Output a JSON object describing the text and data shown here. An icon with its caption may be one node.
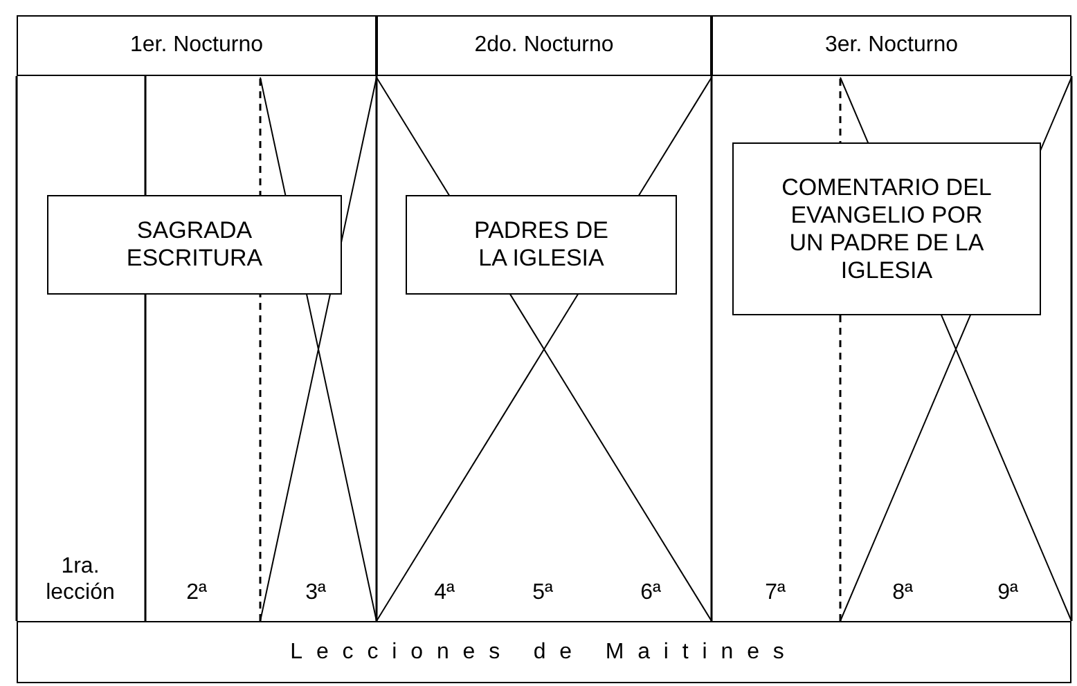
{
  "diagram": {
    "nodes": [
      {
        "text": [
          "1er. Nocturno"
        ]
      },
      {
        "text": [
          "2do. Nocturno"
        ]
      },
      {
        "text": [
          "3er. Nocturno"
        ]
      },
      {
        "text": [
          "SAGRADA ESCRITURA"
        ]
      },
      {
        "text": [
          "PADRES DE LA IGLESIA"
        ]
      },
      {
        "text": [
          "COMENTARIO DEL EVANGELIO POR UN PADRE DE LA IGLESIA"
        ]
      },
      {
        "text": [
          "Lecciones de Maitines"
        ]
      }
    ],
    "labels": [
      "1ra. lección",
      "2ª",
      "3ª",
      "4ª",
      "5ª",
      "6ª",
      "7ª",
      "8ª",
      "9ª"
    ]
  }
}
